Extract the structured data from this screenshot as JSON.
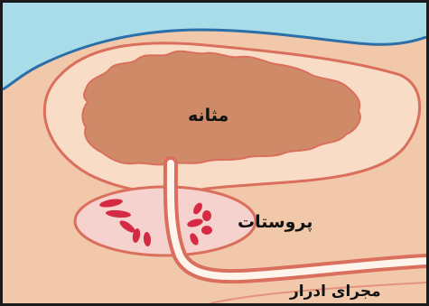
{
  "labels": {
    "bladder": "مثانه",
    "prostate": "پروستات",
    "urethra": "مجرای ادرار"
  },
  "colors": {
    "background_tissue": "#f2c8ab",
    "surface": "#a9dce9",
    "surface_edge": "#2a6fa8",
    "bladder_wall": "#f8dcc5",
    "bladder_lumen": "#cf8a68",
    "outline": "#d96f5c",
    "prostate": "#f6d2cf",
    "prostate_glands": "#d42a44",
    "urethra_fill": "#fff4ec",
    "border": "#1a1a1a"
  }
}
